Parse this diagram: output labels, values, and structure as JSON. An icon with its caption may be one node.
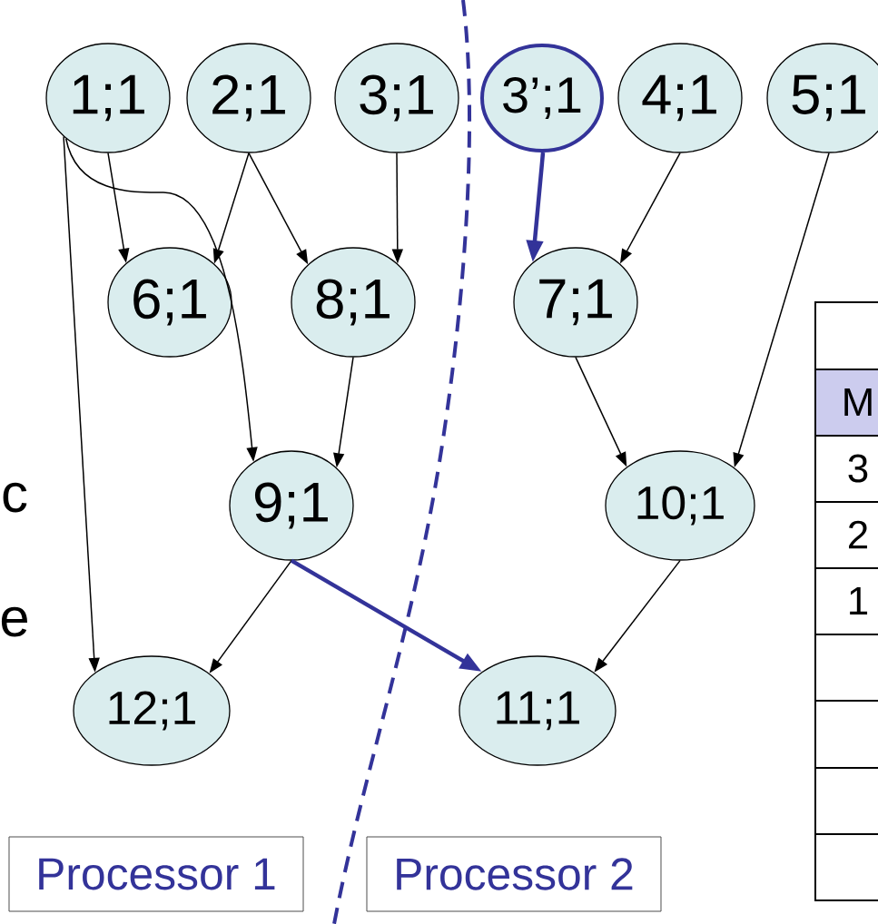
{
  "diagram": {
    "nodes": [
      {
        "text": [
          "1;1"
        ]
      },
      {
        "text": [
          "2;1"
        ]
      },
      {
        "text": [
          "3;1"
        ]
      },
      {
        "text": [
          "3’;1"
        ]
      },
      {
        "text": [
          "4;1"
        ]
      },
      {
        "text": [
          "5;1"
        ]
      },
      {
        "text": [
          "6;1"
        ]
      },
      {
        "text": [
          "8;1"
        ]
      },
      {
        "text": [
          "7;1"
        ]
      },
      {
        "text": [
          "9;1"
        ]
      },
      {
        "text": [
          "10;1"
        ]
      },
      {
        "text": [
          "12;1"
        ]
      },
      {
        "text": [
          "11;1"
        ]
      },
      {
        "text": [
          "Processor 1"
        ]
      },
      {
        "text": [
          "Processor 2"
        ]
      }
    ],
    "edges": [
      {
        "from": 0,
        "to": 6,
        "arrow": "to"
      },
      {
        "from": 0,
        "to": 9,
        "arrow": "to"
      },
      {
        "from": 0,
        "to": 11,
        "arrow": "to"
      },
      {
        "from": 1,
        "to": 6,
        "arrow": "to"
      },
      {
        "from": 1,
        "to": 7,
        "arrow": "to"
      },
      {
        "from": 2,
        "to": 7,
        "arrow": "to"
      },
      {
        "from": 3,
        "to": 8,
        "arrow": "to",
        "style": "thick",
        "color": "#333399"
      },
      {
        "from": 4,
        "to": 8,
        "arrow": "to"
      },
      {
        "from": 5,
        "to": 10,
        "arrow": "to"
      },
      {
        "from": 7,
        "to": 9,
        "arrow": "to"
      },
      {
        "from": 8,
        "to": 10,
        "arrow": "to"
      },
      {
        "from": 9,
        "to": 11,
        "arrow": "to"
      },
      {
        "from": 9,
        "to": 12,
        "arrow": "to",
        "style": "thick",
        "color": "#333399"
      },
      {
        "from": 10,
        "to": 12,
        "arrow": "to"
      }
    ],
    "labels": [
      "c",
      "e",
      "M",
      "3",
      "2",
      "1"
    ]
  }
}
